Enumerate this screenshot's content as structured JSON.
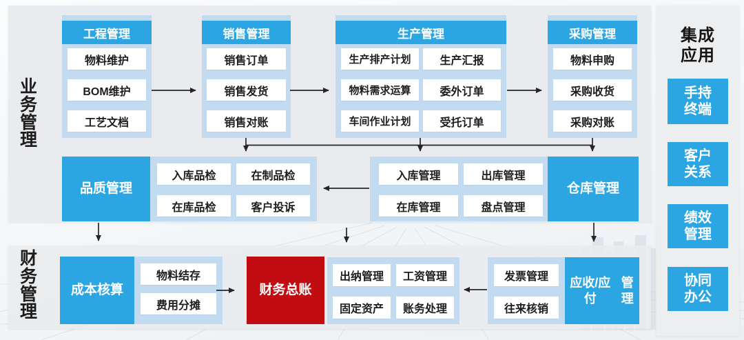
{
  "colors": {
    "accent_blue": "#2ba6e2",
    "light_blue_container": "#c3dbf1",
    "accent_red": "#c10d11",
    "section_gray": "#e9ebee",
    "arrow_black": "#252525"
  },
  "business": {
    "label": "业务管理",
    "columns": [
      {
        "title": "工程管理",
        "items": [
          "物料维护",
          "BOM维护",
          "工艺文档"
        ]
      },
      {
        "title": "销售管理",
        "items": [
          "销售订单",
          "销售发货",
          "销售对账"
        ]
      },
      {
        "title": "生产管理",
        "items_left": [
          "生产排产计划",
          "物料需求运算",
          "车间作业计划"
        ],
        "items_right": [
          "生产汇报",
          "委外订单",
          "受托订单"
        ]
      },
      {
        "title": "采购管理",
        "items": [
          "物料申购",
          "采购收货",
          "采购对账"
        ]
      }
    ],
    "quality": {
      "title": "品质管理",
      "items": [
        "入库品检",
        "在制品检",
        "在库品检",
        "客户投诉"
      ]
    },
    "warehouse": {
      "title": "仓库管理",
      "items": [
        "入库管理",
        "出库管理",
        "在库管理",
        "盘点管理"
      ]
    }
  },
  "finance": {
    "label": "财务管理",
    "cost": {
      "title": "成本核算",
      "items": [
        "物料结存",
        "费用分摊"
      ]
    },
    "general_ledger": {
      "title": "财务总账"
    },
    "ledger_items": [
      "出纳管理",
      "工资管理",
      "固定资产",
      "账务处理"
    ],
    "invoice_items": [
      "发票管理",
      "往来核销"
    ],
    "receivable": {
      "line1": "应收/应付",
      "line2": "管理"
    }
  },
  "integration": {
    "title_line1": "集成",
    "title_line2": "应用",
    "items": [
      {
        "line1": "手持",
        "line2": "终端"
      },
      {
        "line1": "客户",
        "line2": "关系"
      },
      {
        "line1": "绩效",
        "line2": "管理"
      },
      {
        "line1": "协同",
        "line2": "办公"
      }
    ]
  }
}
